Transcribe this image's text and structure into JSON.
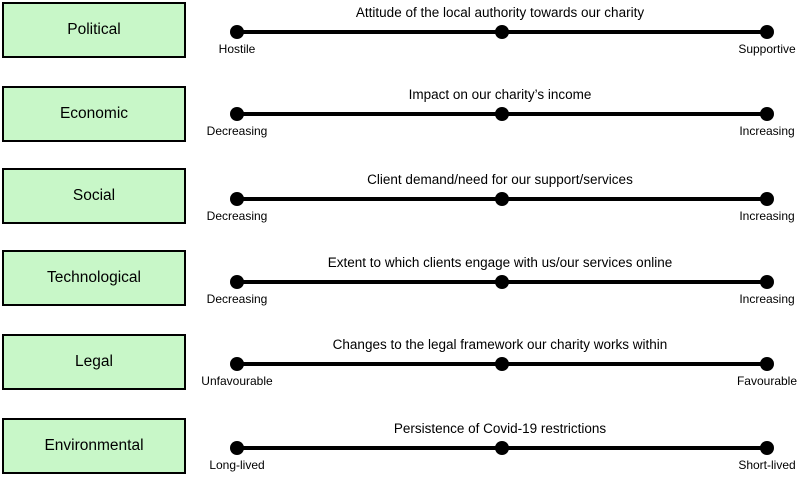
{
  "diagram": {
    "type": "pestle-analysis-sliders",
    "colors": {
      "box_fill": "#c8f7c8",
      "box_border": "#000000",
      "line": "#000000",
      "text": "#000000",
      "background": "#ffffff"
    },
    "rows": [
      {
        "category": "Political",
        "question": "Attitude of the local authority towards our charity",
        "left_label": "Hostile",
        "right_label": "Supportive",
        "marker_position": 0.5
      },
      {
        "category": "Economic",
        "question": "Impact on our charity’s income",
        "left_label": "Decreasing",
        "right_label": "Increasing",
        "marker_position": 0.5
      },
      {
        "category": "Social",
        "question": "Client demand/need for our support/services",
        "left_label": "Decreasing",
        "right_label": "Increasing",
        "marker_position": 0.5
      },
      {
        "category": "Technological",
        "question": "Extent to which clients engage with us/our services online",
        "left_label": "Decreasing",
        "right_label": "Increasing",
        "marker_position": 0.5
      },
      {
        "category": "Legal",
        "question": "Changes to the legal framework our charity works within",
        "left_label": "Unfavourable",
        "right_label": "Favourable",
        "marker_position": 0.5
      },
      {
        "category": "Environmental",
        "question": "Persistence of Covid-19 restrictions",
        "left_label": "Long-lived",
        "right_label": "Short-lived",
        "marker_position": 0.5
      }
    ]
  }
}
